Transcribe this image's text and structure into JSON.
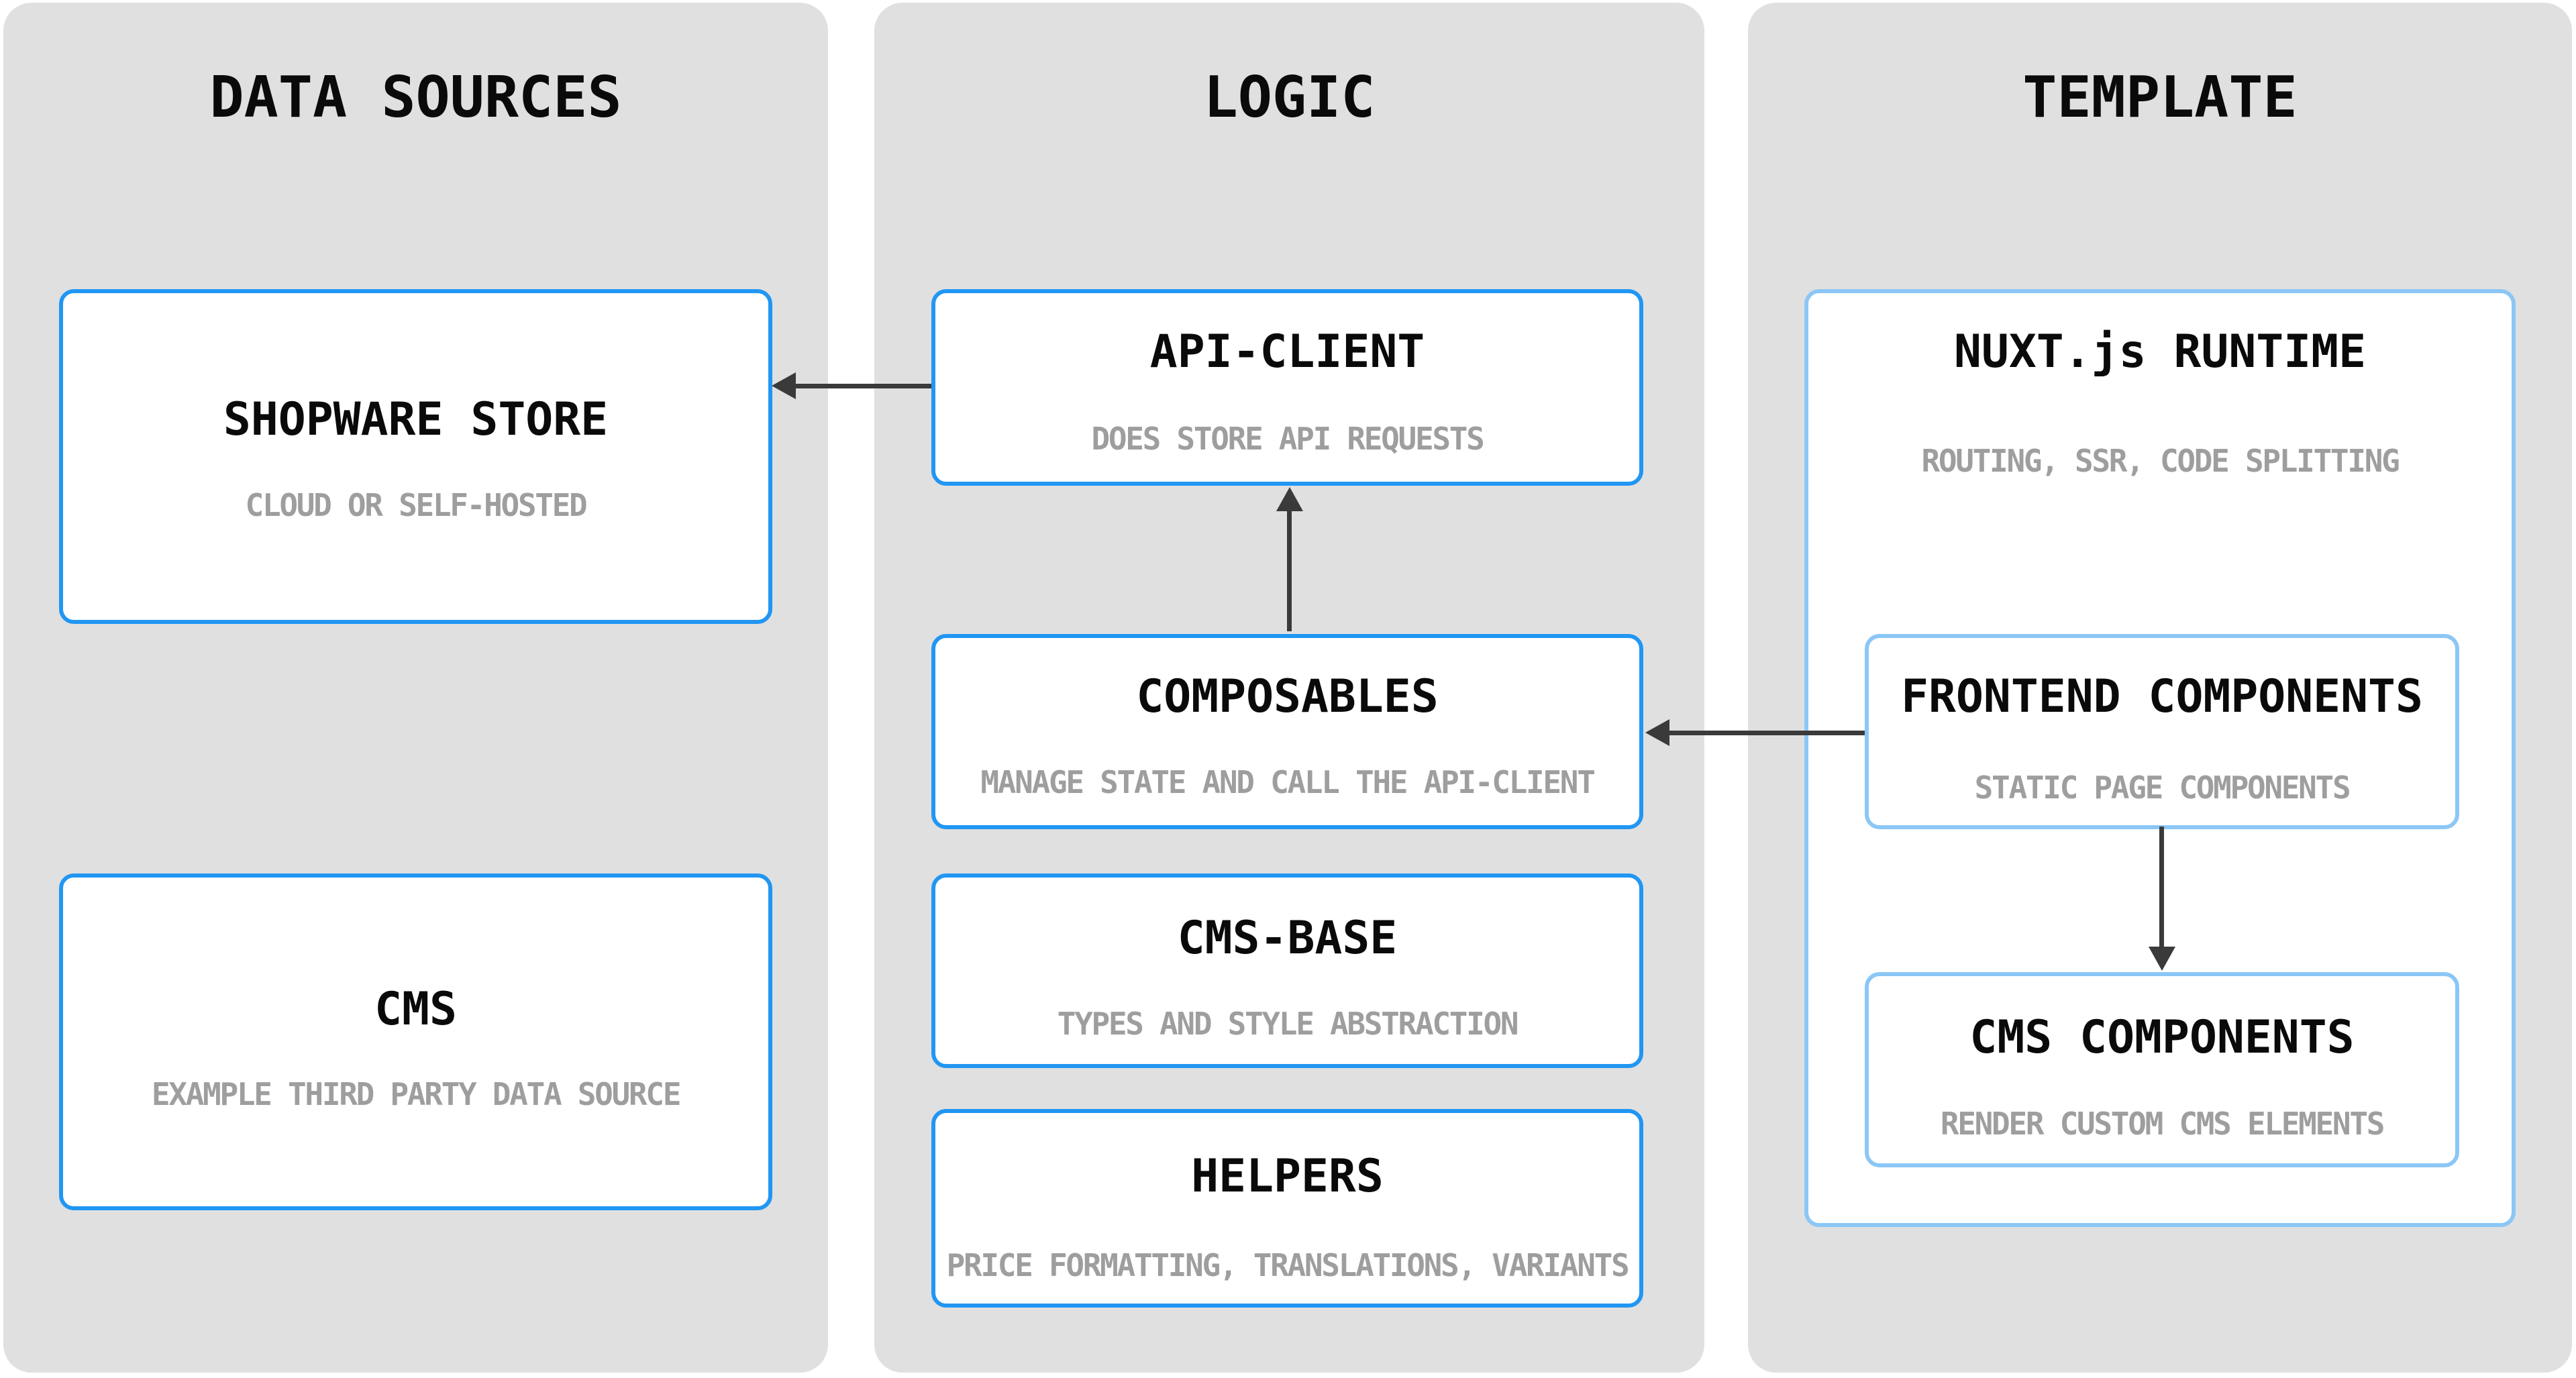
{
  "diagram": {
    "title": "Shopware frontends architecture diagram",
    "colors": {
      "background": "#ffffff",
      "panel_background": "#e0e0e0",
      "box_background": "#ffffff",
      "accent_blue": "#2196f3",
      "accent_blue_light": "#8bc7f6",
      "arrow": "#3a3a3a",
      "title_text": "#0a0a0a",
      "subtitle_text": "#9e9e9e"
    },
    "columns": [
      {
        "title": "DATA SOURCES",
        "boxes": [
          {
            "title": "SHOPWARE STORE",
            "subtitle": "CLOUD OR SELF-HOSTED"
          },
          {
            "title": "CMS",
            "subtitle": "EXAMPLE THIRD PARTY DATA SOURCE"
          }
        ]
      },
      {
        "title": "LOGIC",
        "boxes": [
          {
            "title": "API-CLIENT",
            "subtitle": "DOES STORE API REQUESTS"
          },
          {
            "title": "COMPOSABLES",
            "subtitle": "MANAGE STATE AND CALL THE API-CLIENT"
          },
          {
            "title": "CMS-BASE",
            "subtitle": "TYPES AND STYLE ABSTRACTION"
          },
          {
            "title": "HELPERS",
            "subtitle": "PRICE FORMATTING, TRANSLATIONS, VARIANTS"
          }
        ]
      },
      {
        "title": "TEMPLATE",
        "boxes": [
          {
            "title": "NUXT.js RUNTIME",
            "subtitle": "ROUTING, SSR, CODE SPLITTING"
          },
          {
            "title": "FRONTEND COMPONENTS",
            "subtitle": "STATIC PAGE COMPONENTS"
          },
          {
            "title": "CMS COMPONENTS",
            "subtitle": "RENDER CUSTOM CMS ELEMENTS"
          }
        ]
      }
    ],
    "arrows": [
      {
        "from": "API-CLIENT",
        "to": "SHOPWARE STORE",
        "direction": "left"
      },
      {
        "from": "COMPOSABLES",
        "to": "API-CLIENT",
        "direction": "up"
      },
      {
        "from": "FRONTEND COMPONENTS",
        "to": "COMPOSABLES",
        "direction": "left"
      },
      {
        "from": "FRONTEND COMPONENTS",
        "to": "CMS COMPONENTS",
        "direction": "down"
      }
    ]
  }
}
